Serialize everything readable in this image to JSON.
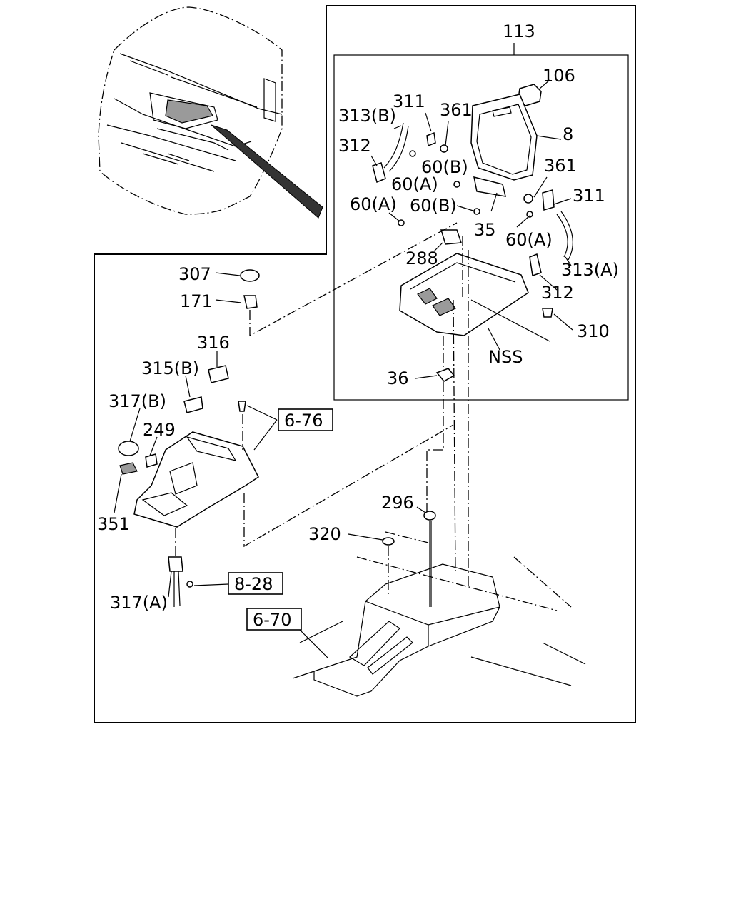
{
  "diagram": {
    "group_label": "113",
    "labels": {
      "p106": "106",
      "p8": "8",
      "p311_top": "311",
      "p313b": "313(B)",
      "p361_top": "361",
      "p312_top": "312",
      "p60a_top": "60(A)",
      "p60b_top": "60(B)",
      "p361_right": "361",
      "p311_right": "311",
      "p60a_left": "60(A)",
      "p60b_mid": "60(B)",
      "p35": "35",
      "p60a_right": "60(A)",
      "p288": "288",
      "p313a": "313(A)",
      "p312_right": "312",
      "p310": "310",
      "pNSS": "NSS",
      "p36": "36",
      "p307": "307",
      "p171": "171",
      "p316": "316",
      "p315b": "315(B)",
      "p317b": "317(B)",
      "p249": "249",
      "p351": "351",
      "p296": "296",
      "p320": "320",
      "p317a": "317(A)"
    },
    "ref_boxes": {
      "r676": "6-76",
      "r828": "8-28",
      "r670": "6-70"
    }
  }
}
